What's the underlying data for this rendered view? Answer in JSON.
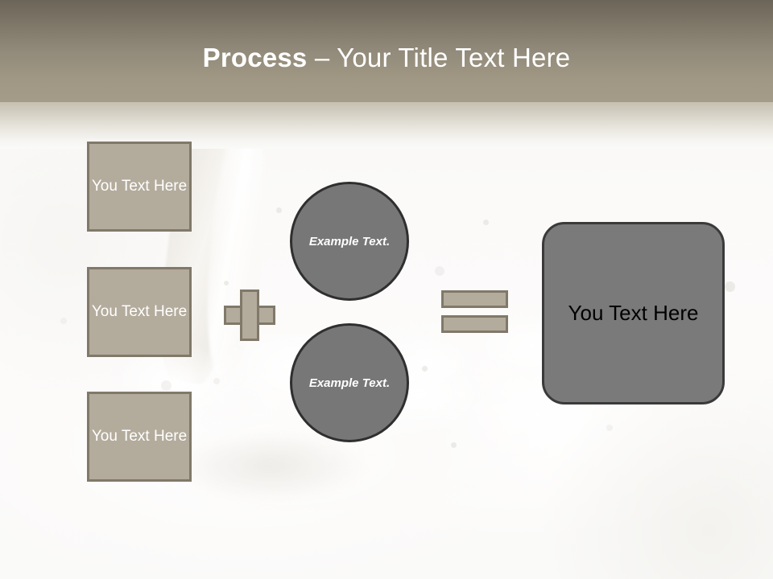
{
  "slide": {
    "title_strong": "Process",
    "title_light": " – Your Title Text Here",
    "theme": {
      "header_top": "#6b6458",
      "header_bottom": "#a49c88",
      "tan_fill": "#b3ab9c",
      "tan_border": "#80796a",
      "gray_fill": "#777777",
      "gray_border": "#2f2f2f",
      "result_fill": "#7a7a7a",
      "result_border": "#3a3a3a",
      "background": "#fafaf8"
    }
  },
  "left_boxes": [
    {
      "text": "You Text Here"
    },
    {
      "text": "You Text Here"
    },
    {
      "text": "You Text Here"
    }
  ],
  "operators": {
    "plus": "+",
    "equals": "="
  },
  "circles": [
    {
      "text": "Example Text."
    },
    {
      "text": "Example Text."
    }
  ],
  "result": {
    "text": "You Text Here"
  }
}
